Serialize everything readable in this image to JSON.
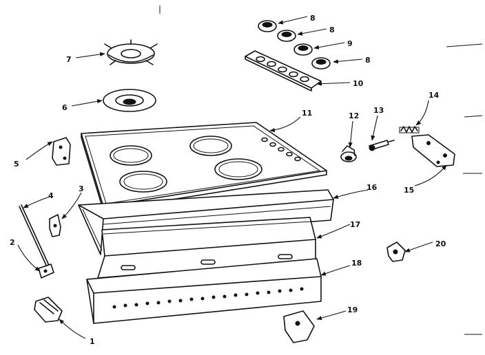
{
  "diagram": {
    "callouts": [
      {
        "id": "c1",
        "text": "1"
      },
      {
        "id": "c2",
        "text": "2"
      },
      {
        "id": "c3",
        "text": "3"
      },
      {
        "id": "c4",
        "text": "4"
      },
      {
        "id": "c5",
        "text": "5"
      },
      {
        "id": "c6",
        "text": "6"
      },
      {
        "id": "c7",
        "text": "7"
      },
      {
        "id": "c8a",
        "text": "8"
      },
      {
        "id": "c8b",
        "text": "8"
      },
      {
        "id": "c8c",
        "text": "8"
      },
      {
        "id": "c9",
        "text": "9"
      },
      {
        "id": "c10",
        "text": "10"
      },
      {
        "id": "c11",
        "text": "11"
      },
      {
        "id": "c12",
        "text": "12"
      },
      {
        "id": "c13",
        "text": "13"
      },
      {
        "id": "c14",
        "text": "14"
      },
      {
        "id": "c15",
        "text": "15"
      },
      {
        "id": "c16",
        "text": "16"
      },
      {
        "id": "c17",
        "text": "17"
      },
      {
        "id": "c18",
        "text": "18"
      },
      {
        "id": "c19",
        "text": "19"
      },
      {
        "id": "c20",
        "text": "20"
      }
    ]
  }
}
